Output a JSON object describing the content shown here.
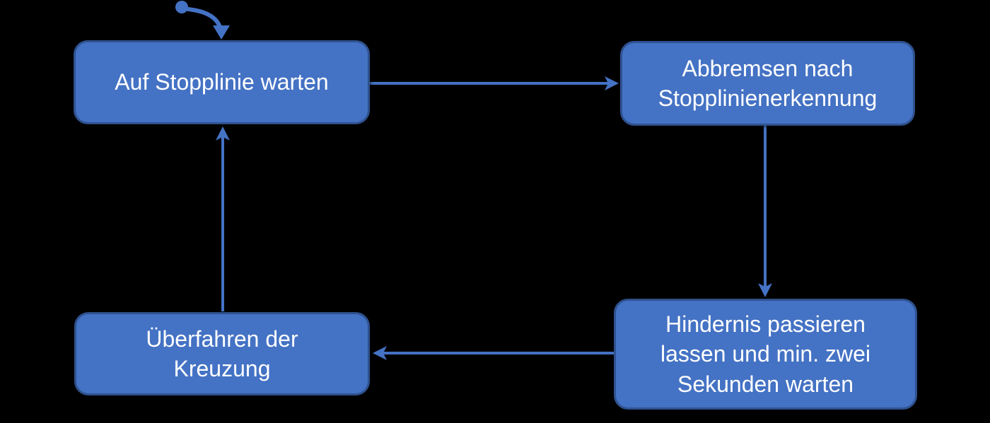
{
  "diagram": {
    "type": "state-diagram",
    "nodes": [
      {
        "id": "auf-stopplinie-warten",
        "label": "Auf Stopplinie warten"
      },
      {
        "id": "abbremsen",
        "label": "Abbremsen nach\nStopplinienerkennung"
      },
      {
        "id": "hindernis-passieren",
        "label": "Hindernis passieren\nlassen und min. zwei\nSekunden warten"
      },
      {
        "id": "ueberfahren",
        "label": "Überfahren der\nKreuzung"
      }
    ],
    "edges": [
      {
        "from": "start-marker",
        "to": "auf-stopplinie-warten",
        "style": "curved-with-dot"
      },
      {
        "from": "auf-stopplinie-warten",
        "to": "abbremsen",
        "style": "straight-right"
      },
      {
        "from": "abbremsen",
        "to": "hindernis-passieren",
        "style": "straight-down"
      },
      {
        "from": "hindernis-passieren",
        "to": "ueberfahren",
        "style": "straight-left"
      },
      {
        "from": "ueberfahren",
        "to": "auf-stopplinie-warten",
        "style": "straight-up"
      }
    ]
  },
  "colors": {
    "background": "#000000",
    "box-fill": "#4472C4",
    "box-border": "#2F528F",
    "arrow": "#4472C4",
    "text": "#FFFFFF"
  }
}
